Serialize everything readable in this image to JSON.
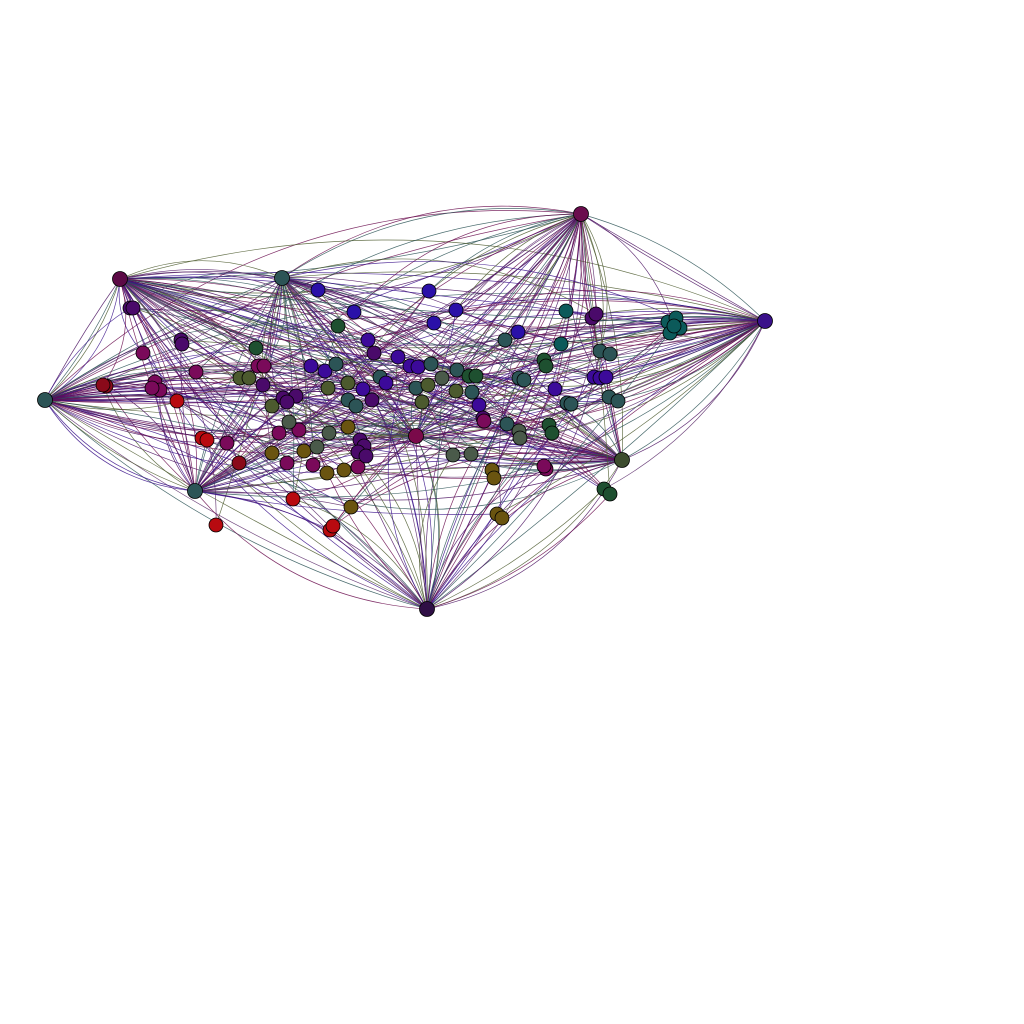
{
  "diagram": {
    "type": "network-graph",
    "background": "#ffffff",
    "node_stroke": "#000000",
    "hubs": [
      {
        "id": "h-top",
        "color": "#6a0c4d"
      },
      {
        "id": "h-right",
        "color": "#3a108a"
      },
      {
        "id": "h-green",
        "color": "#3c4c2e"
      },
      {
        "id": "h-bottom",
        "color": "#2f0f45"
      },
      {
        "id": "h-left",
        "color": "#2c5456"
      },
      {
        "id": "h-lowleft",
        "color": "#2c5456"
      },
      {
        "id": "h-upleft",
        "color": "#5c0a46"
      },
      {
        "id": "h-topmid",
        "color": "#2c5456"
      },
      {
        "id": "h-center",
        "color": "#7a0a4a"
      }
    ],
    "palette": {
      "red": "#b80a10",
      "darkred": "#8a0a1a",
      "magenta": "#7a0a5a",
      "purple": "#4a0a6a",
      "violet": "#3c0a9a",
      "blue": "#2a10a8",
      "teal": "#0c5a5a",
      "slate": "#2c5456",
      "olive": "#4c5a2e",
      "green": "#1e5030",
      "brown": "#6a5410",
      "gray": "#4a5a4a"
    },
    "edge_colors": [
      "#4a1060",
      "#6a0c4d",
      "#2c5456",
      "#3a108a",
      "#4c5a2e",
      "#5a2a6a"
    ]
  }
}
